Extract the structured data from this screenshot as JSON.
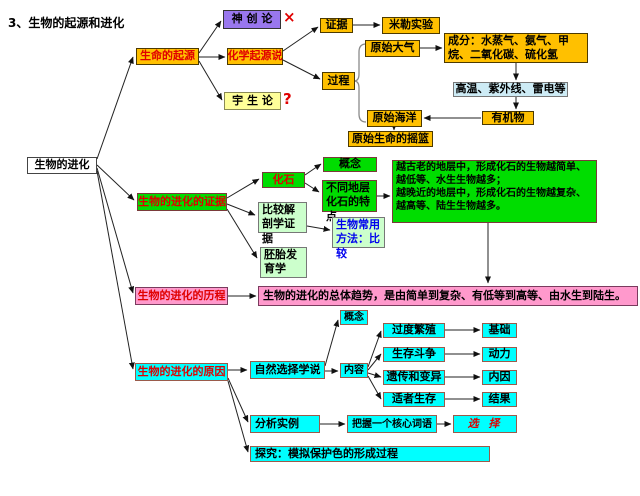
{
  "title": "3、生物的起源和进化",
  "colors": {
    "orange": "#FFC000",
    "purple": "#9977EE",
    "yellow": "#FFFF99",
    "bright_green": "#00DD00",
    "pale_green": "#CCFFCC",
    "pink": "#FF99CC",
    "cyan": "#00FFFF",
    "pale_blue": "#CDEBF5",
    "red_text": "#E00000",
    "blue_text": "#0000EE"
  },
  "marks": {
    "cross": "×",
    "question": "?"
  },
  "nodes": {
    "root": "生物的进化",
    "life_origin": "生命的起源",
    "creationism": "神 创 论",
    "chemical_origin": "化学起源说",
    "cosmozoa": "宇 生 论",
    "evidence": "证据",
    "miller_experiment": "米勒实验",
    "process": "过程",
    "primitive_atmosphere": "原始大气",
    "composition": "成分：水蒸气、氨气、甲烷、二氧化碳、硫化氢",
    "conditions": "高温、紫外线、雷电等",
    "organic_matter": "有机物",
    "primitive_ocean": "原始海洋",
    "cradle": "原始生命的摇篮",
    "evolution_evidence": "生物的进化的证据",
    "fossil": "化石",
    "fossil_concept": "概念",
    "strata_features": "不同地层化石的特点",
    "strata_detail": "越古老的地层中，形成化石的生物越简单、越低等、水生生物越多；\n越晚近的地层中，形成化石的生物越复杂、越高等、陆生生物越多。",
    "comparative_anatomy": "比较解剖学证据",
    "bio_method": "生物常用方法：比较",
    "embryology": "胚胎发育学",
    "evolution_course": "生物的进化的历程",
    "evolution_trend": "生物的进化的总体趋势，是由简单到复杂、有低等到高等、由水生到陆生。",
    "evolution_reason": "生物的进化的原因",
    "natural_selection": "自然选择学说",
    "ns_concept": "概念",
    "ns_content": "内容",
    "overbreeding": "过度繁殖",
    "basis": "基础",
    "struggle": "生存斗争",
    "power": "动力",
    "variation": "遗传和变异",
    "internal_cause": "内因",
    "survival": "适者生存",
    "result": "结果",
    "case_analysis": "分析实例",
    "core_word": "把握一个核心词语",
    "selection": "选 择",
    "inquiry": "探究：模拟保护色的形成过程"
  },
  "edges": [
    {
      "from": "root",
      "to": "life_origin"
    },
    {
      "from": "root",
      "to": "evolution_evidence"
    },
    {
      "from": "root",
      "to": "evolution_course"
    },
    {
      "from": "root",
      "to": "evolution_reason"
    },
    {
      "from": "life_origin",
      "to": "creationism"
    },
    {
      "from": "life_origin",
      "to": "chemical_origin"
    },
    {
      "from": "life_origin",
      "to": "cosmozoa"
    },
    {
      "from": "chemical_origin",
      "to": "evidence"
    },
    {
      "from": "chemical_origin",
      "to": "process"
    },
    {
      "from": "evidence",
      "to": "miller_experiment"
    },
    {
      "from": "process",
      "to": "primitive_atmosphere"
    },
    {
      "from": "process",
      "to": "primitive_ocean"
    },
    {
      "from": "primitive_atmosphere",
      "to": "composition"
    },
    {
      "from": "composition",
      "to": "conditions"
    },
    {
      "from": "conditions",
      "to": "organic_matter"
    },
    {
      "from": "organic_matter",
      "to": "primitive_ocean"
    },
    {
      "from": "primitive_ocean",
      "to": "cradle"
    },
    {
      "from": "evolution_evidence",
      "to": "fossil"
    },
    {
      "from": "evolution_evidence",
      "to": "comparative_anatomy"
    },
    {
      "from": "evolution_evidence",
      "to": "embryology"
    },
    {
      "from": "fossil",
      "to": "fossil_concept"
    },
    {
      "from": "fossil",
      "to": "strata_features"
    },
    {
      "from": "strata_features",
      "to": "strata_detail"
    },
    {
      "from": "comparative_anatomy",
      "to": "bio_method"
    },
    {
      "from": "strata_detail",
      "to": "evolution_trend"
    },
    {
      "from": "evolution_course",
      "to": "evolution_trend"
    },
    {
      "from": "evolution_reason",
      "to": "natural_selection"
    },
    {
      "from": "evolution_reason",
      "to": "case_analysis"
    },
    {
      "from": "evolution_reason",
      "to": "inquiry"
    },
    {
      "from": "natural_selection",
      "to": "ns_concept"
    },
    {
      "from": "natural_selection",
      "to": "ns_content"
    },
    {
      "from": "ns_content",
      "to": "overbreeding"
    },
    {
      "from": "ns_content",
      "to": "struggle"
    },
    {
      "from": "ns_content",
      "to": "variation"
    },
    {
      "from": "ns_content",
      "to": "survival"
    },
    {
      "from": "overbreeding",
      "to": "basis"
    },
    {
      "from": "struggle",
      "to": "power"
    },
    {
      "from": "variation",
      "to": "internal_cause"
    },
    {
      "from": "survival",
      "to": "result"
    },
    {
      "from": "case_analysis",
      "to": "core_word"
    },
    {
      "from": "core_word",
      "to": "selection"
    }
  ]
}
